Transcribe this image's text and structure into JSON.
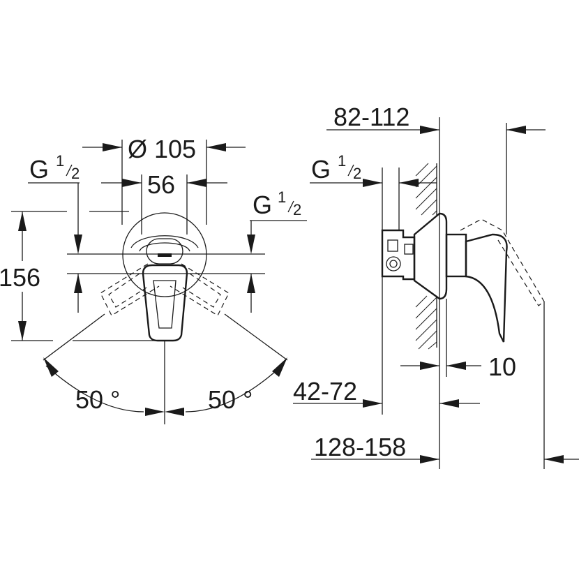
{
  "dimensions": {
    "front_diameter": "Ø 105",
    "front_width": "56",
    "front_height": "156",
    "angle_left": "50 °",
    "angle_right": "50 °",
    "thread_left_prefix": "G",
    "thread_left_num": "1",
    "thread_left_den": "2",
    "thread_right_prefix": "G",
    "thread_right_num": "1",
    "thread_right_den": "2",
    "side_thread_prefix": "G",
    "side_thread_num": "1",
    "side_thread_den": "2",
    "side_wall_depth": "82-112",
    "side_body_depth": "42-72",
    "side_total_depth": "128-158",
    "side_plate": "10"
  },
  "colors": {
    "line": "#1a1a1a",
    "background": "#ffffff"
  }
}
